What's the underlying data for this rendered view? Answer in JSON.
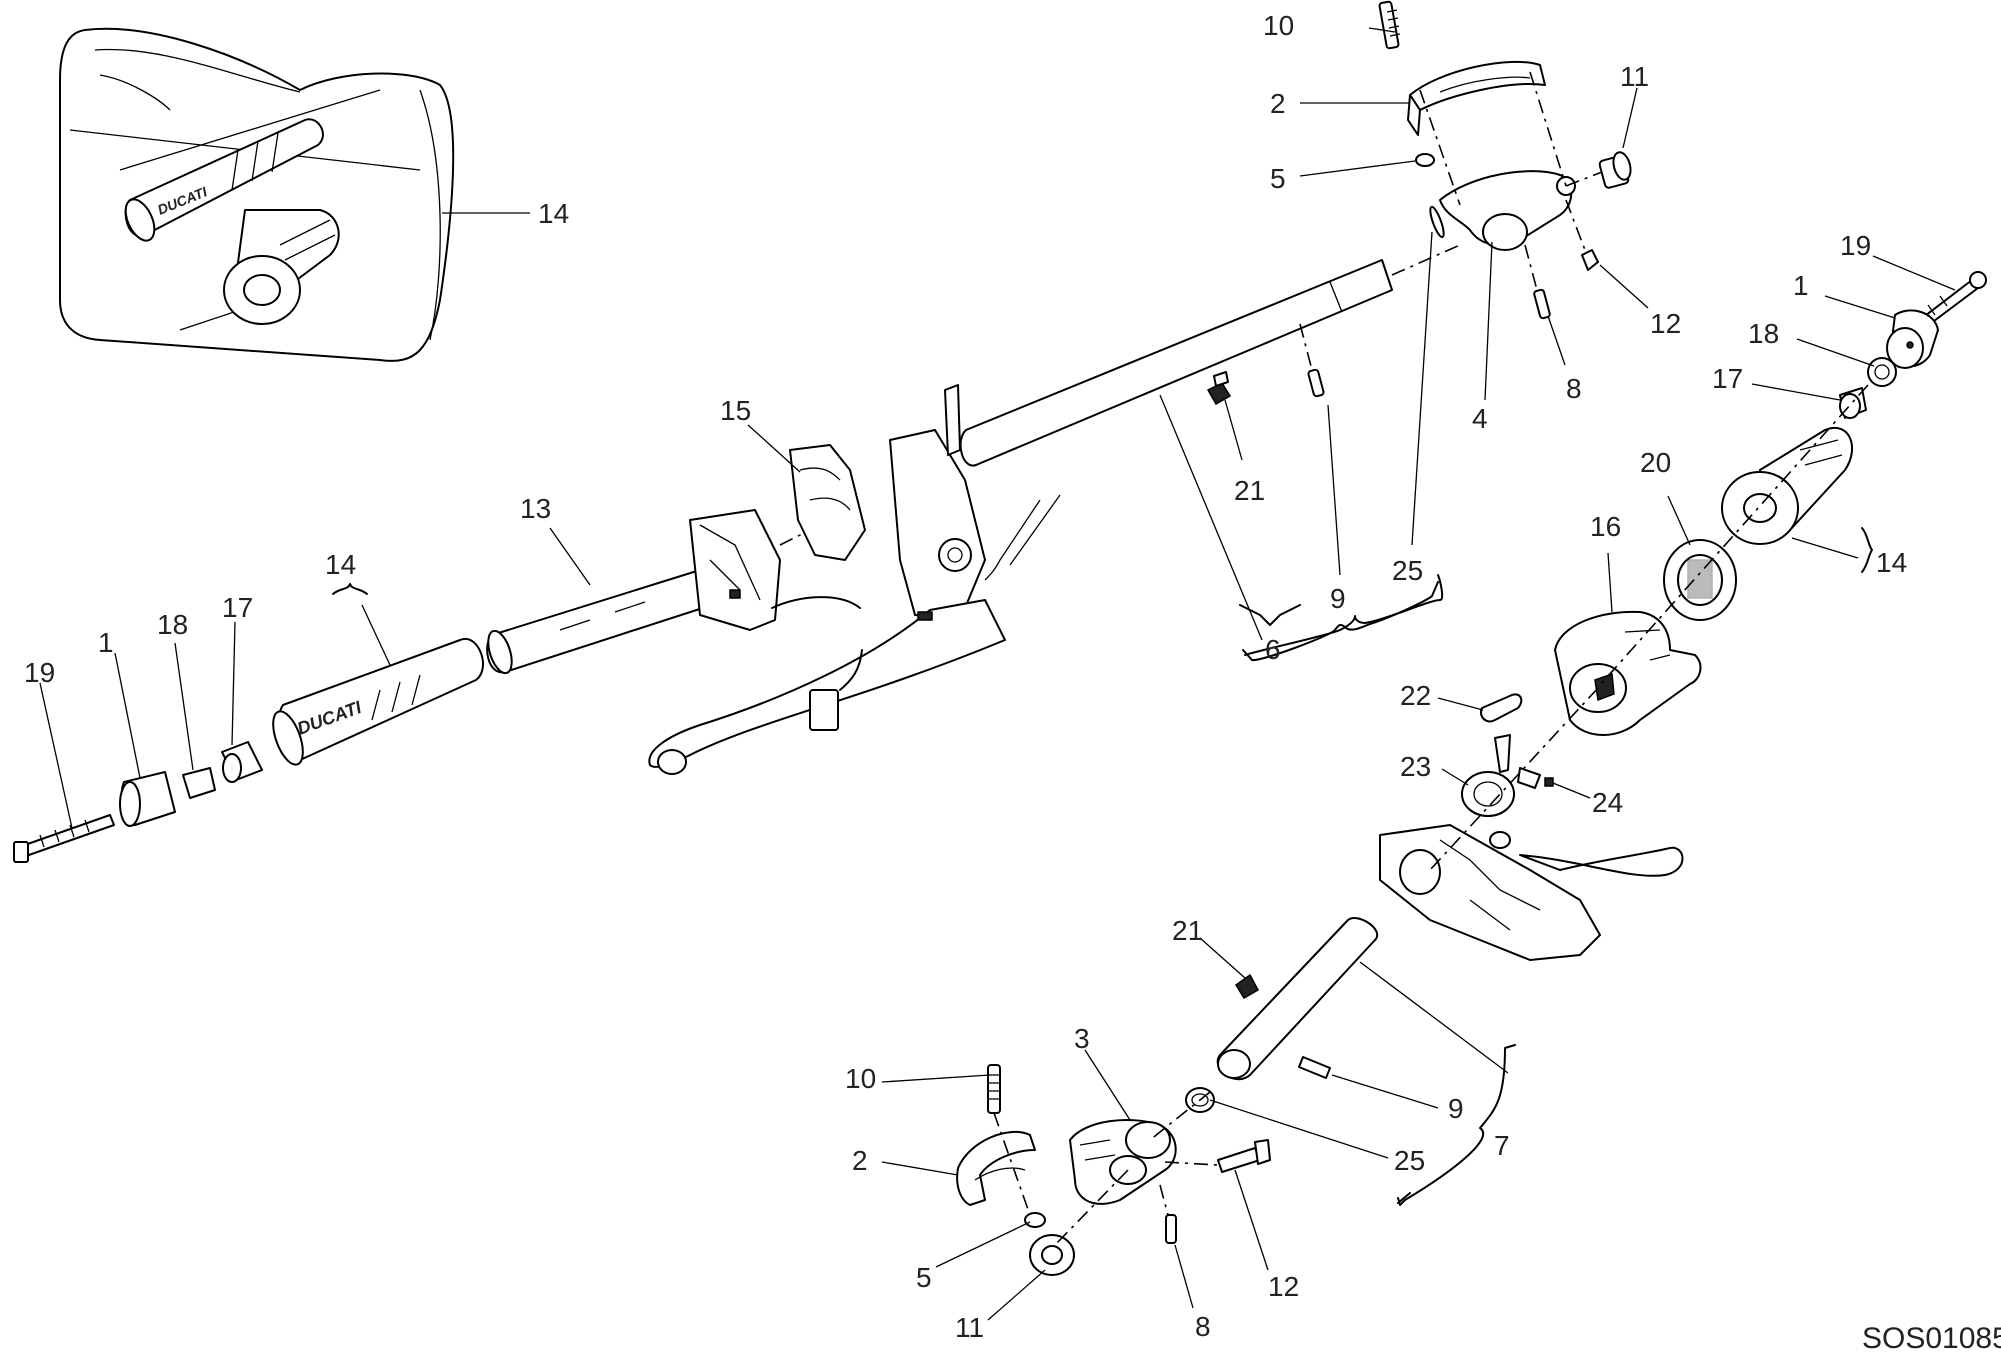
{
  "drawing_code": "SOS01085",
  "brand_mark": "DUCATI",
  "labels": {
    "inset_14": "14",
    "top_10": "10",
    "top_2": "2",
    "top_5": "5",
    "top_11": "11",
    "top_12": "12",
    "top_8": "8",
    "top_4": "4",
    "top_25": "25",
    "top_9": "9",
    "top_21": "21",
    "top_6": "6",
    "top_15": "15",
    "left_13": "13",
    "left_14": "14",
    "left_19": "19",
    "left_1": "1",
    "left_18": "18",
    "left_17": "17",
    "right_19": "19",
    "right_1": "1",
    "right_18": "18",
    "right_17": "17",
    "right_20": "20",
    "right_14": "14",
    "right_16": "16",
    "right_22": "22",
    "right_23": "23",
    "right_24": "24",
    "bot_21": "21",
    "bot_3": "3",
    "bot_10": "10",
    "bot_2": "2",
    "bot_5": "5",
    "bot_11": "11",
    "bot_8": "8",
    "bot_12": "12",
    "bot_9": "9",
    "bot_25": "25",
    "bot_7": "7"
  }
}
